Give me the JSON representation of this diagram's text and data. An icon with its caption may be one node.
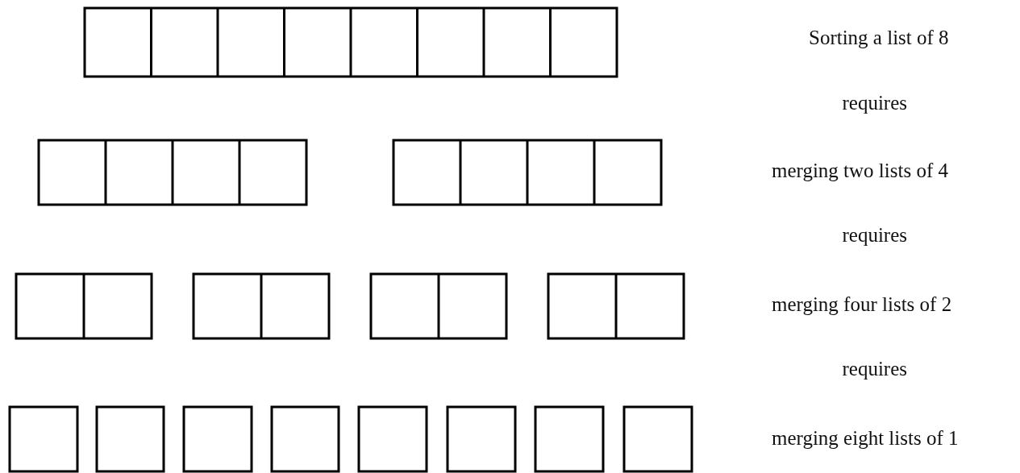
{
  "diagram": {
    "labels": [
      "Sorting a list of 8",
      "requires",
      "merging two lists of 4",
      "requires",
      "merging four lists of 2",
      "requires",
      "merging eight lists of 1"
    ]
  }
}
